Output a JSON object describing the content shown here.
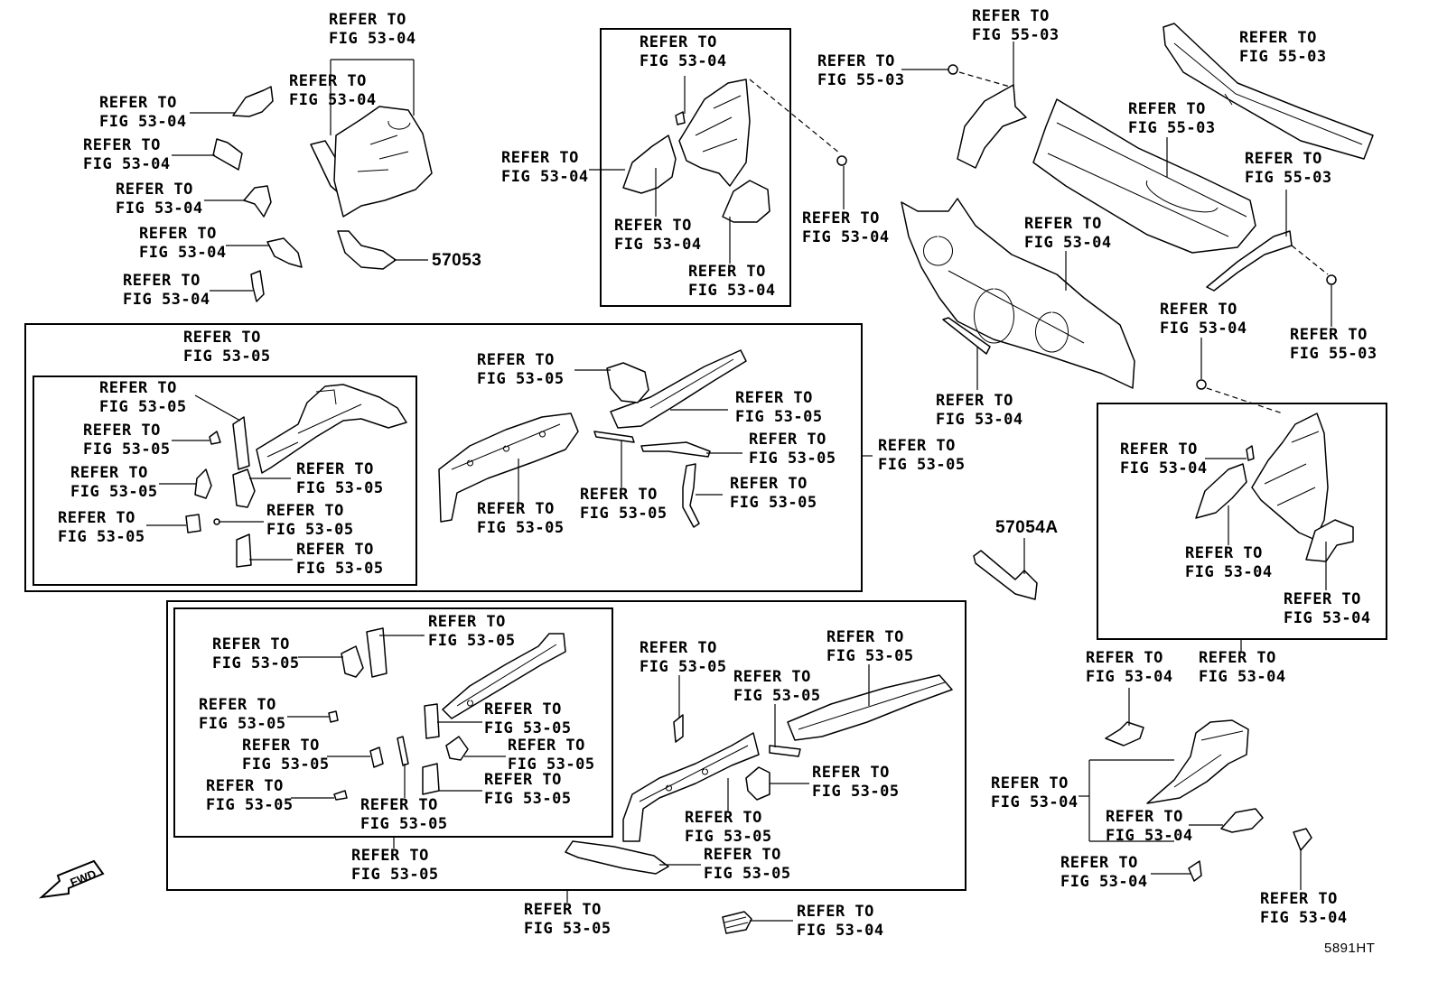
{
  "refer_label": "REFER TO",
  "fig": {
    "f5304": "FIG 53-04",
    "f5305": "FIG 53-05",
    "f5503": "FIG 55-03"
  },
  "part_numbers": {
    "p57053": "57053",
    "p57054a": "57054A"
  },
  "fwd_label": "FWD",
  "diagram_code": "5891HT"
}
